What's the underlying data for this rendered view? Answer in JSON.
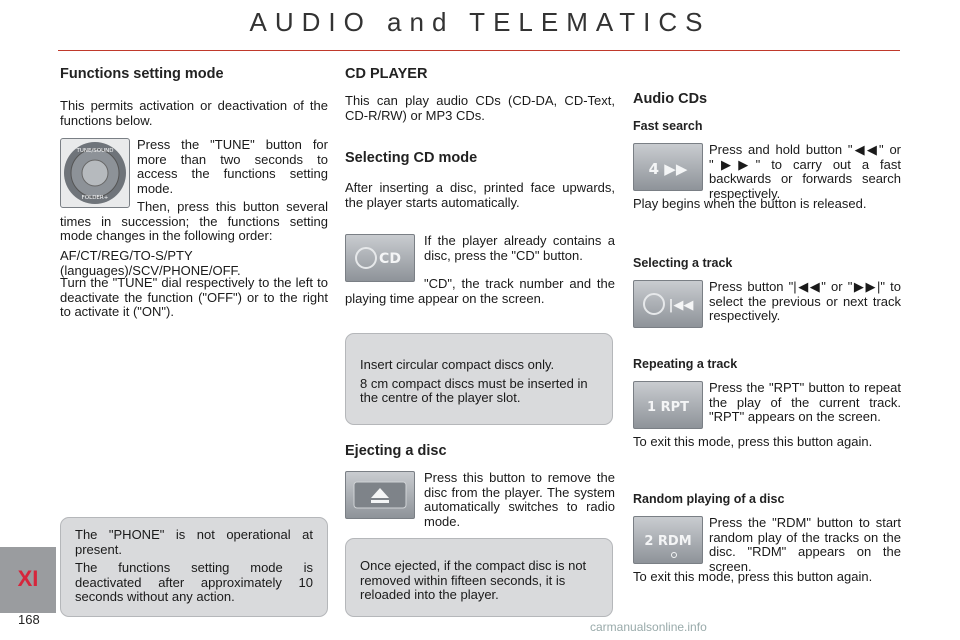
{
  "header": {
    "title": "AUDIO and TELEMATICS"
  },
  "chapter_tab": "XI",
  "page_number": "168",
  "watermark": "carmanualsonline.info",
  "functions": {
    "heading": "Functions setting mode",
    "intro": "This permits activation or deactivation of the functions below.",
    "para1": "Press the \"TUNE\" button for more than two seconds to access the functions setting mode.",
    "para2": "Then, press this button several times in succession; the functions setting mode changes in the following order:",
    "order": "AF/CT/REG/TO-S/PTY (languages)/SCV/PHONE/OFF.",
    "para3": "Turn the \"TUNE\" dial respectively to the left to deactivate the function (\"OFF\") or to the right to activate it (\"ON\").",
    "knob_label_top": "TUNE/SOUND",
    "knob_label_bottom": "FOLDER+"
  },
  "phone_note": {
    "line1": "The \"PHONE\" is not operational at present.",
    "line2": "The functions setting mode is deactivated after approximately 10 seconds without any action."
  },
  "cd_player": {
    "heading": "CD PLAYER",
    "intro": "This can play audio CDs (CD-DA, CD-Text, CD-R/RW) or MP3 CDs.",
    "selecting_heading": "Selecting CD mode",
    "selecting_text": "After inserting a disc, printed face upwards, the player starts automatically.",
    "cd_para1": "If the player already contains a disc, press the \"CD\" button.",
    "cd_para2": "\"CD\", the track number and the playing time appear on the screen.",
    "cd_button_label": "CD",
    "disc_note_line1": "Insert circular compact discs only.",
    "disc_note_line2": "8 cm compact discs must be inserted in the centre of the player slot.",
    "eject_heading": "Ejecting a disc",
    "eject_text": "Press this button to remove the disc from the player. The system automatically switches to radio mode.",
    "eject_note": "Once ejected, if the compact disc is not removed within fifteen seconds, it is reloaded into the player."
  },
  "audio_cds": {
    "heading": "Audio CDs",
    "fast_heading": "Fast search",
    "fast_text": "Press and hold button \"◀◀\" or \"▶▶\" to carry out a fast backwards or forwards search respectively.",
    "fast_after": "Play begins when the button is released.",
    "fast_button_label": "4 ▶▶",
    "track_heading": "Selecting a track",
    "track_text": "Press button \"|◀◀\" or \"▶▶|\" to select the previous or next track respectively.",
    "track_button_label": "|◀◀",
    "repeat_heading": "Repeating a track",
    "repeat_text": "Press the \"RPT\" button to repeat the play of the current track. \"RPT\" appears on the screen.",
    "repeat_after": "To exit this mode, press this button again.",
    "repeat_button_label": "1 RPT",
    "random_heading": "Random playing of a disc",
    "random_text": "Press the \"RDM\" button to start random play of the tracks on the disc. \"RDM\" appears on the screen.",
    "random_after": "To exit this mode, press this button again.",
    "random_button_label": "2 RDM"
  },
  "colors": {
    "accent_red": "#d6263c",
    "note_bg": "#d9dadc",
    "tab_grey": "#9a9c9f"
  }
}
